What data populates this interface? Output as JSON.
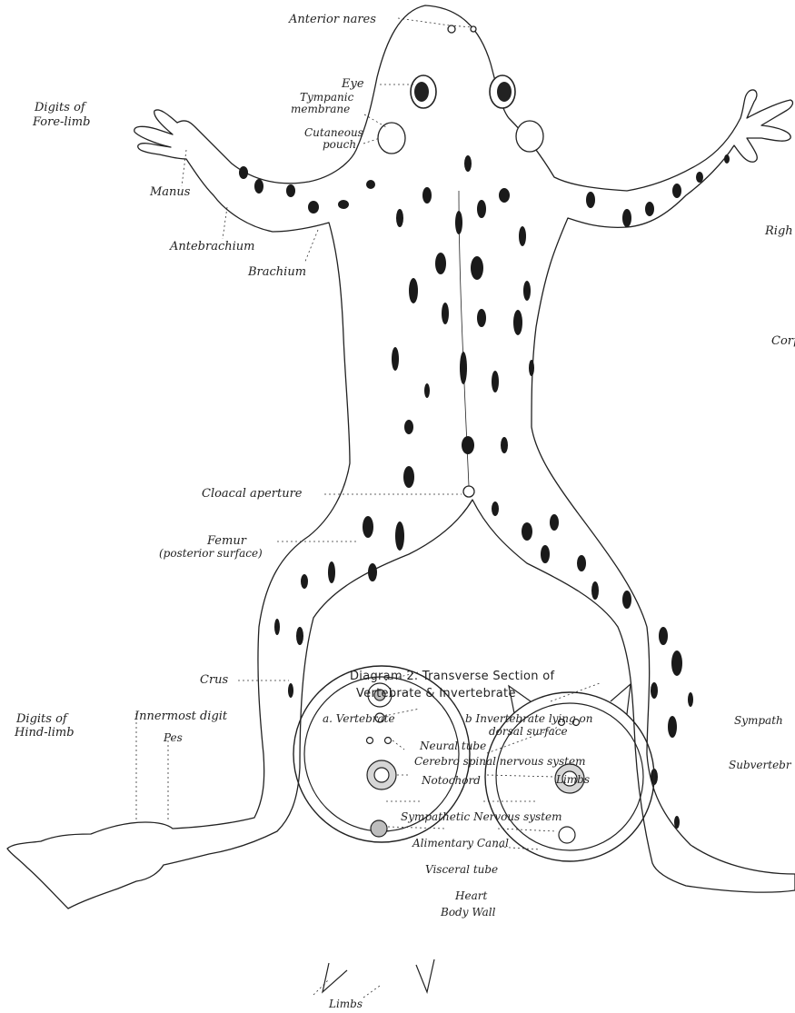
{
  "labels": {
    "anterior_nares": "Anterior nares",
    "eye": "Eye",
    "tympanic_membrane_1": "Tympanic",
    "tympanic_membrane_2": "membrane",
    "cutaneous_pouch_1": "Cutaneous",
    "cutaneous_pouch_2": "pouch",
    "digits_fore_limb_1": "Digits of",
    "digits_fore_limb_2": "Fore-limb",
    "manus": "Manus",
    "antebrachium": "Antebrachium",
    "brachium": "Brachium",
    "cloacal_aperture": "Cloacal aperture",
    "femur_1": "Femur",
    "femur_2": "(posterior surface)",
    "crus": "Crus",
    "digits_hind_limb_1": "Digits of",
    "digits_hind_limb_2": "Hind-limb",
    "innermost_digit": "Innermost digit",
    "pes": "Pes",
    "right_partial": "Righ",
    "corp_partial": "Corp",
    "sympath_partial": "Sympath",
    "subvertebr_partial": "Subvertebr"
  },
  "diagram2": {
    "title_line1": "Diagram 2. Transverse Section of",
    "title_line2": "Vertebrate & Invertebrate",
    "a_label": "a. Vertebrate",
    "b_label_1": "b Invertebrate lying on",
    "b_label_2": "dorsal surface",
    "neural_tube": "Neural tube",
    "cerebro_spinal": "Cerebro spinal nervous system",
    "notochord": "Notochord",
    "limbs_top": "Limbs",
    "sympathetic": "Sympathetic Nervous system",
    "alimentary": "Alimentary Canal",
    "visceral": "Visceral tube",
    "heart": "Heart",
    "body_wall": "Body Wall",
    "limbs_bottom": "Limbs"
  },
  "colors": {
    "ink": "#222222",
    "spots": "#1a1a1a",
    "organ_fill": "#bdbdbd"
  }
}
